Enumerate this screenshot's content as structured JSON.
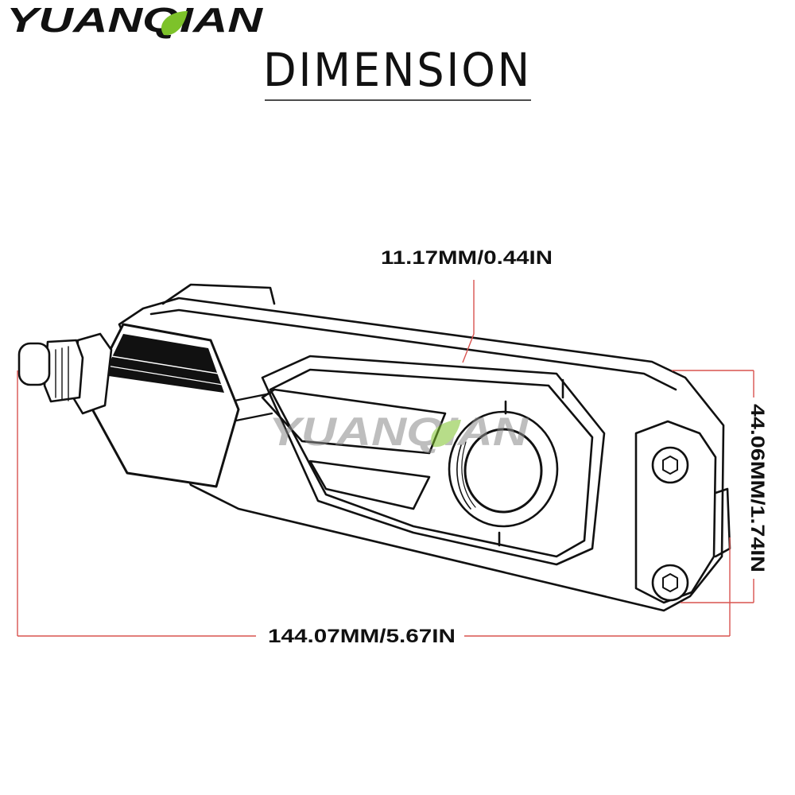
{
  "brand": {
    "logo": "YUANQIAN",
    "watermark": "YUANQIAN",
    "logo_color": "#111111",
    "leaf_color": "#7dc22a"
  },
  "title": "DIMENSION",
  "dimensions": {
    "thickness": "11.17MM/0.44IN",
    "height": "44.06MM/1.74IN",
    "length": "144.07MM/5.67IN"
  },
  "colors": {
    "dimension_line": "#d9534f",
    "outline": "#111111",
    "text": "#111111"
  }
}
